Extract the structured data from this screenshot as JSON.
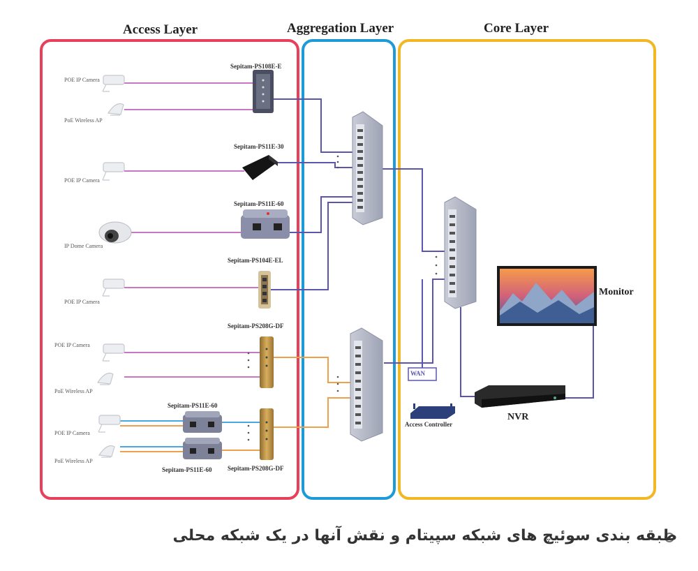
{
  "layers": {
    "access": "Access Layer",
    "aggregation": "Aggregation Layer",
    "core": "Core Layer"
  },
  "access_devices": {
    "ps108e": "Sepitam-PS108E-E",
    "ps11e30": "Sepitam-PS11E-30",
    "ps11e60": "Sepitam-PS11E-60",
    "ps104e": "Sepitam-PS104E-EL",
    "ps208g_top": "Sepitam-PS208G-DF",
    "ps11e60_b1": "Sepitam-PS11E-60",
    "ps11e60_b2": "Sepitam-PS11E-60",
    "ps208g_bottom": "Sepitam-PS208G-DF"
  },
  "endpoints": {
    "cam1": "POE IP Camera",
    "ap1": "PoE Wireless AP",
    "cam2": "POE IP Camera",
    "dome": "IP Dome Camera",
    "cam3": "POE IP Camera",
    "cam4": "POE IP Camera",
    "ap2": "PoE Wireless AP",
    "cam5": "POE IP Camera",
    "ap3": "PoE Wireless AP"
  },
  "core_devices": {
    "monitor": "Monitor",
    "nvr": "NVR",
    "wan": "WAN",
    "access_controller": "Access Controller"
  },
  "caption": "طبقه بندی سوئیچ های شبکه سپیتام و نقش آنها در یک شبکه محلی",
  "colors": {
    "access_border": "#e8405a",
    "aggregation_border": "#1e9ad6",
    "core_border": "#f2b824",
    "link_purple": "#c977c4",
    "link_blue": "#5b55b0",
    "link_orange": "#f0a04b",
    "link_lightblue": "#4aa8e0"
  }
}
